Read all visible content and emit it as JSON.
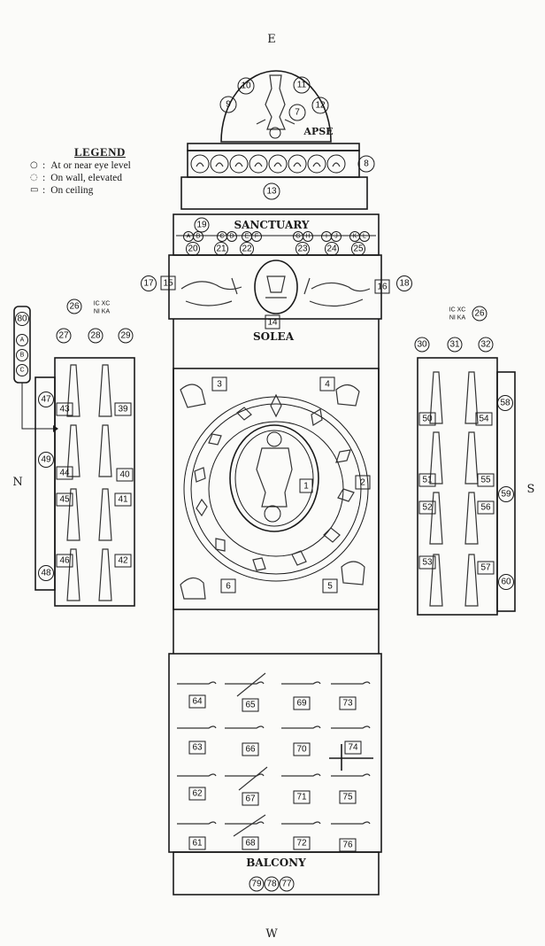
{
  "compass": {
    "east": "E",
    "west": "W",
    "north": "N",
    "south": "S"
  },
  "zones": {
    "apse": "APSE",
    "sanctuary": "SANCTUARY",
    "solea": "SOLEA",
    "balcony": "BALCONY"
  },
  "legend": {
    "title": "LEGEND",
    "items": [
      {
        "symbol": "○",
        "text": "At or near eye level"
      },
      {
        "symbol": "◌",
        "text": "On wall, elevated"
      },
      {
        "symbol": "▭",
        "text": "On ceiling"
      }
    ]
  },
  "inscription": {
    "line1": "IC XC",
    "line2": "NI KA"
  },
  "panel_key": {
    "number": "80",
    "letters": [
      "A",
      "B",
      "C"
    ]
  },
  "apse_numbers": [
    "7",
    "8",
    "9",
    "10",
    "11",
    "12"
  ],
  "band_number": "13",
  "sanctuary_numbers": [
    "19",
    "20",
    "21",
    "22",
    "23",
    "24",
    "25"
  ],
  "sanctuary_letters": [
    "A",
    "B",
    "C",
    "D",
    "E",
    "F",
    "G",
    "H",
    "I",
    "J",
    "K",
    "L"
  ],
  "solea_numbers": [
    "14",
    "15",
    "16",
    "17",
    "18"
  ],
  "north_upper": [
    "26",
    "27",
    "28",
    "29"
  ],
  "south_upper": [
    "26",
    "30",
    "31",
    "32"
  ],
  "north_numbers": [
    "39",
    "40",
    "41",
    "42",
    "43",
    "44",
    "45",
    "46",
    "47",
    "48",
    "49"
  ],
  "south_numbers": [
    "50",
    "51",
    "52",
    "53",
    "54",
    "55",
    "56",
    "57",
    "58",
    "59",
    "60"
  ],
  "nave_numbers": [
    "1",
    "2",
    "3",
    "4",
    "5",
    "6"
  ],
  "balcony_numbers": [
    "61",
    "62",
    "63",
    "64",
    "65",
    "66",
    "67",
    "68",
    "69",
    "70",
    "71",
    "72",
    "73",
    "74",
    "75",
    "76",
    "77",
    "78",
    "79"
  ]
}
